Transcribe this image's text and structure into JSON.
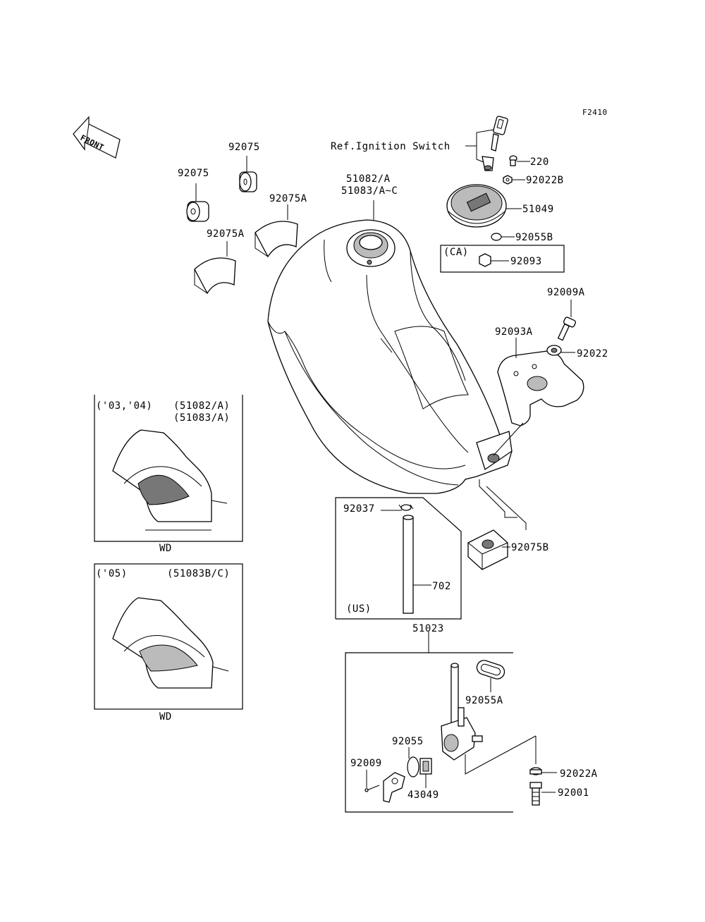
{
  "figure_code": "F2410",
  "front_arrow": "FRONT",
  "ref_ignition": "Ref.Ignition Switch",
  "parts": {
    "p92075_top": "92075",
    "p92075_left": "92075",
    "p92075A_top": "92075A",
    "p92075A_left": "92075A",
    "p51082": "51082/A",
    "p51083": "51083/A~C",
    "p220": "220",
    "p92022B": "92022B",
    "p51049": "51049",
    "p92055B": "92055B",
    "p92093": "92093",
    "p92009A": "92009A",
    "p92093A": "92093A",
    "p92022": "92022",
    "p92075B": "92075B",
    "p92037": "92037",
    "p702": "702",
    "p51023": "51023",
    "p92055A": "92055A",
    "p92055": "92055",
    "p92009": "92009",
    "p43049": "43049",
    "p92022A": "92022A",
    "p92001": "92001"
  },
  "boxes": {
    "ca_label": "(CA)",
    "us_label": "(US)",
    "inset1_years": "('03,'04)",
    "inset1_p1": "(51082/A)",
    "inset1_p2": "(51083/A)",
    "inset1_caption": "WD",
    "inset2_years": "('05)",
    "inset2_parts": "(51083B/C)",
    "inset2_caption": "WD"
  }
}
